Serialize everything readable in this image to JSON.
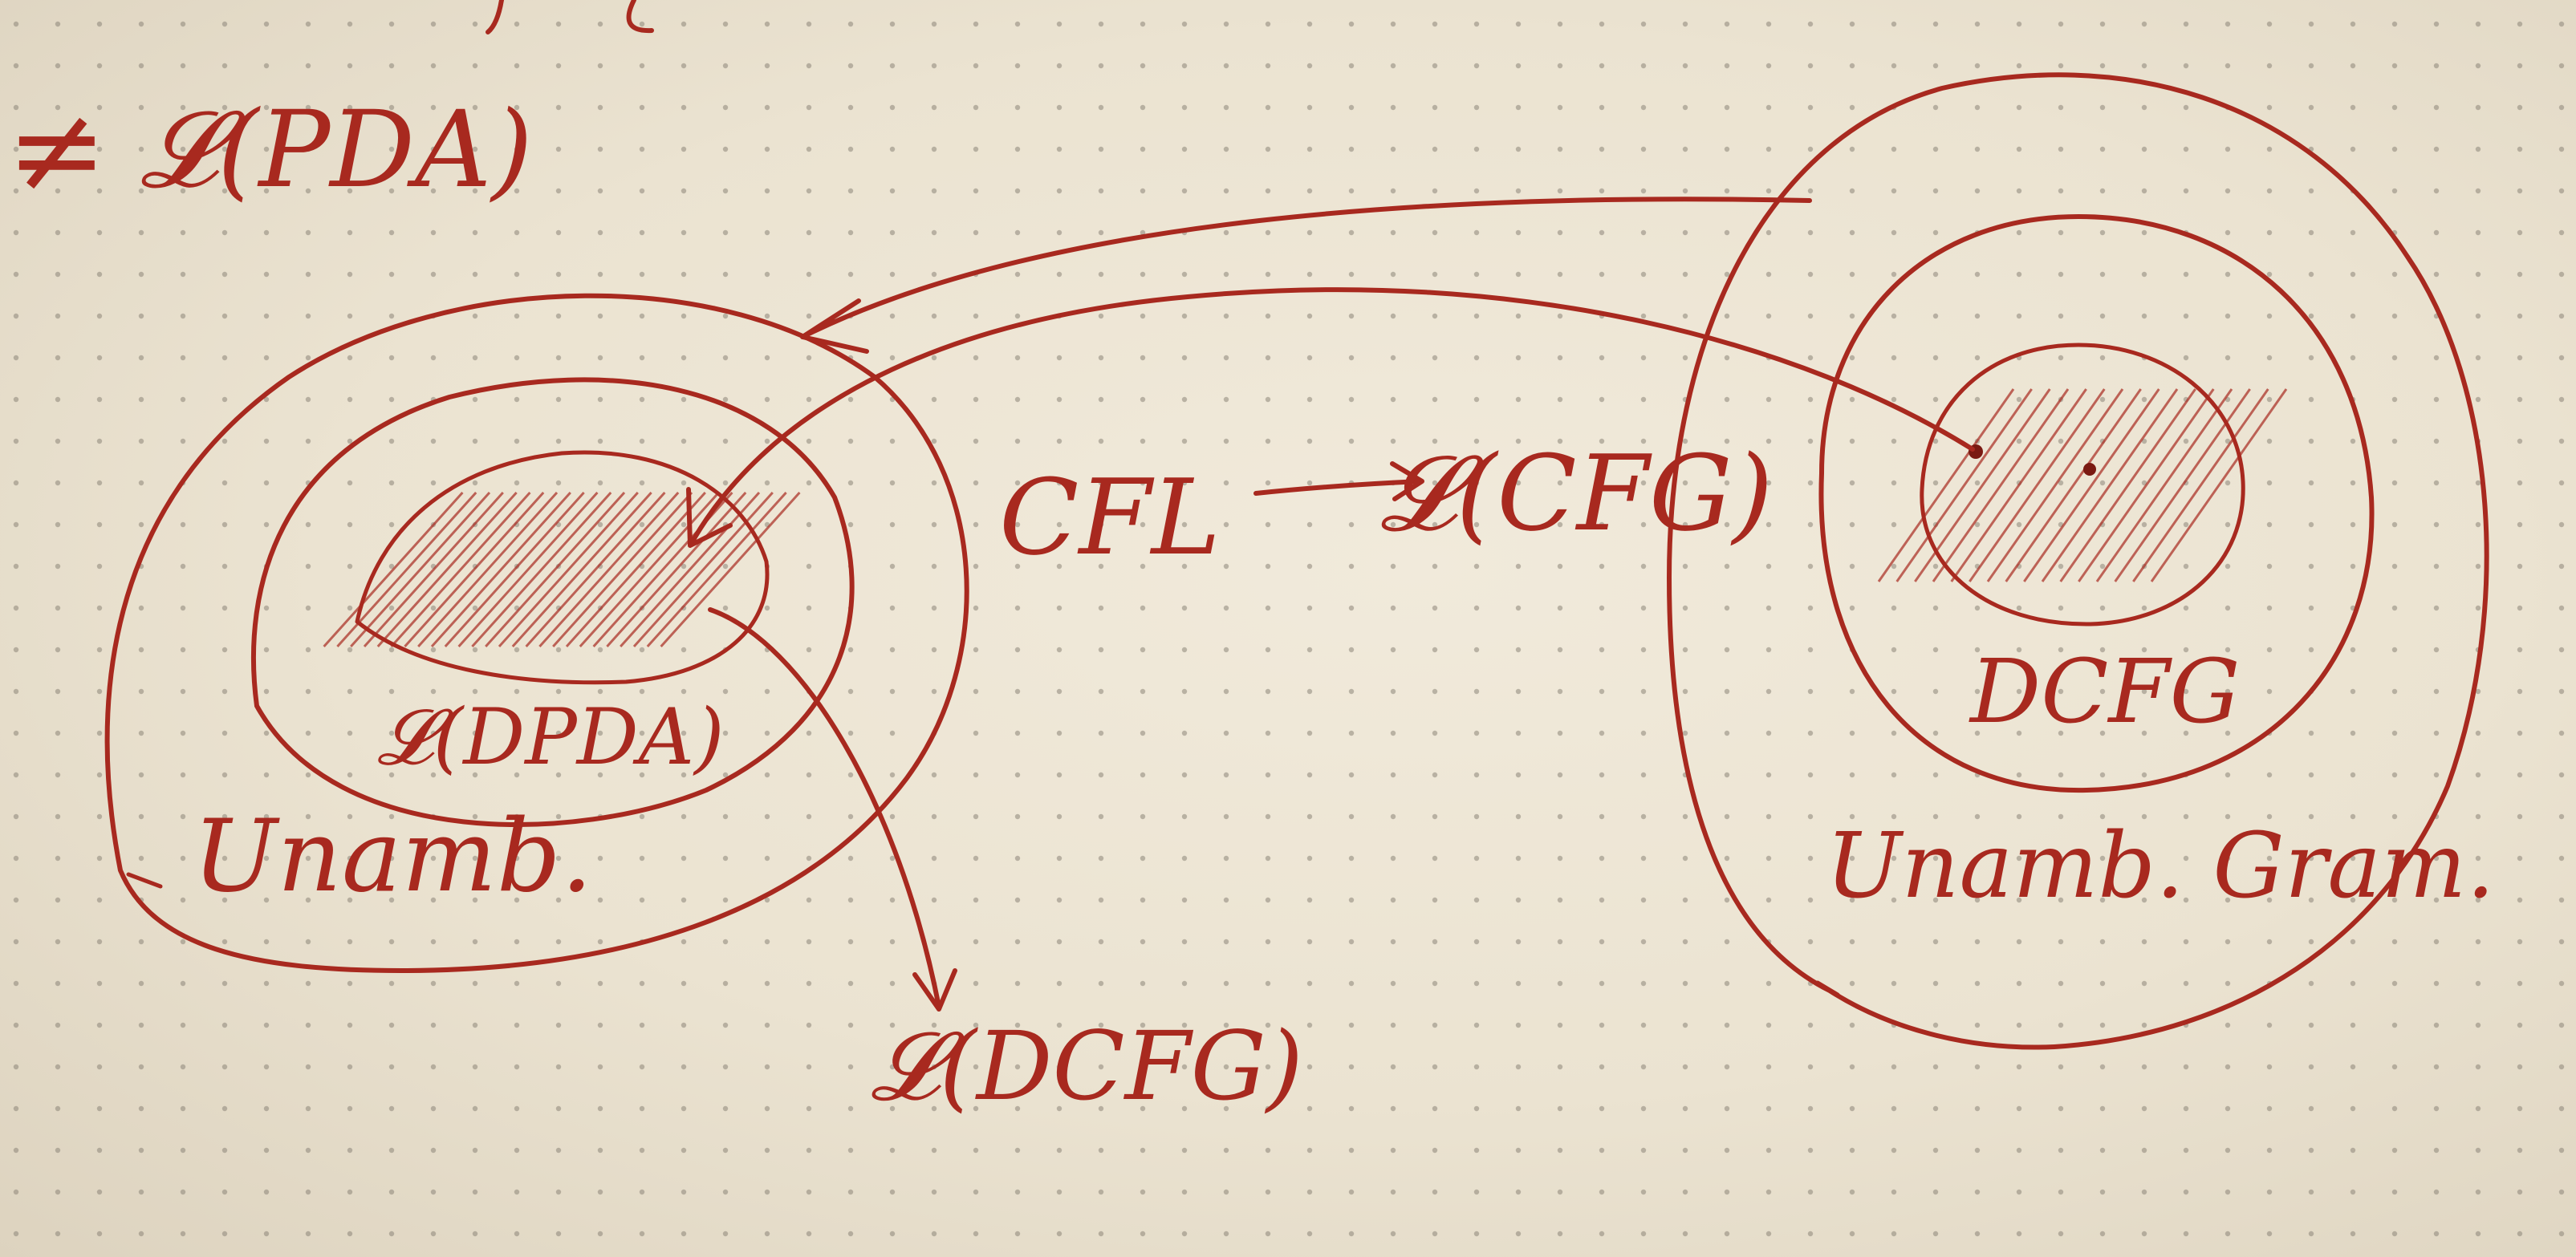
{
  "notation": {
    "not_equal": "≠",
    "language_of_pda": "𝓛(PDA)",
    "language_of_dpda": "𝓛(DPDA)",
    "cfl": "CFL",
    "language_of_cfg": "𝓛(CFG)",
    "language_of_dcfg": "𝓛(DCFG)"
  },
  "left_sets": {
    "outer_label": "Unamb."
  },
  "right_sets": {
    "inner_label": "DCFG",
    "outer_label": "Unamb. Gram."
  },
  "colors": {
    "ink": "#a8291f",
    "paper": "#ece4d3",
    "dots": "#8d8578"
  }
}
